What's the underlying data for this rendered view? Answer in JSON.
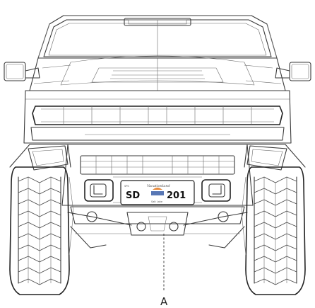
{
  "callout": {
    "label": "A"
  },
  "plate": {
    "number_left": "SD",
    "number_right": "201",
    "header_left": "SPS",
    "header_script": "Vacationland",
    "footer_script": "Salt Lake"
  },
  "colors": {
    "line": "#3a3a3a",
    "plate_sunset_orange": "#e8893a",
    "plate_sunset_blue": "#3b5fa8",
    "background": "#ffffff"
  }
}
